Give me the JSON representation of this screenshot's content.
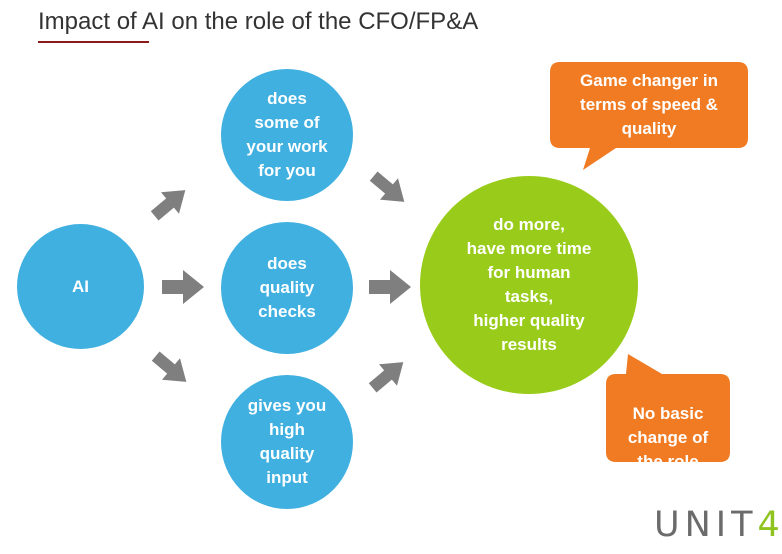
{
  "title": "Impact of AI on the role of the CFO/FP&A",
  "colors": {
    "circle_blue": "#40b0e0",
    "circle_green": "#99cc1a",
    "callout_orange": "#f07b22",
    "arrow_gray": "#7f7f7f"
  },
  "source_node": {
    "label": "AI"
  },
  "middle_nodes": [
    {
      "label": "does\nsome of\nyour work\nfor you"
    },
    {
      "label": "does\nquality\nchecks"
    },
    {
      "label": "gives you\nhigh\nquality\ninput"
    }
  ],
  "result_node": {
    "label": "do more,\nhave more time\nfor human\ntasks,\nhigher quality\nresults"
  },
  "callouts": [
    {
      "label": "Game changer in\nterms of speed &\nquality"
    },
    {
      "label": "No basic\nchange of\nthe role"
    }
  ],
  "logo": {
    "text_main": "UNIT",
    "text_accent": "4"
  }
}
